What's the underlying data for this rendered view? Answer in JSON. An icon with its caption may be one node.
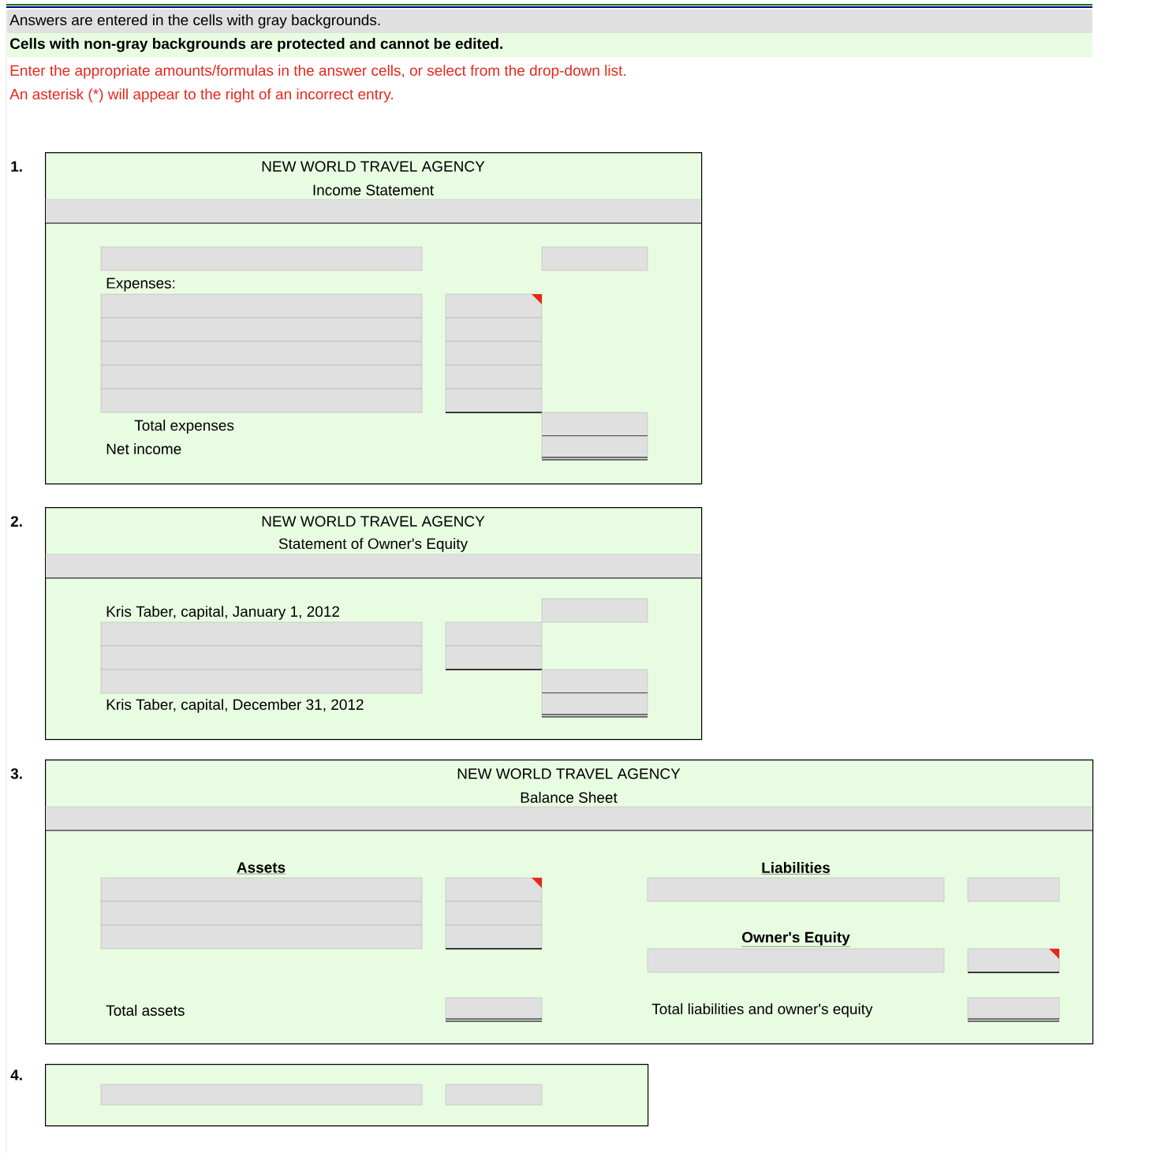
{
  "diagram": {
    "nodes": [
      {
        "text": [
          "NEW WORLD TRAVEL AGENCY",
          "Income Statement",
          "Expenses:",
          "Total expenses",
          "Net income"
        ]
      },
      {
        "text": [
          "NEW WORLD TRAVEL AGENCY",
          "Statement of Owner's Equity",
          "Kris Taber, capital, January 1, 2012",
          "Kris Taber, capital, December 31, 2012"
        ]
      },
      {
        "text": [
          "NEW WORLD TRAVEL AGENCY",
          "Balance Sheet",
          "Assets",
          "Liabilities",
          "Owner's Equity",
          "Total assets",
          "Total liabilities and owner's equity"
        ]
      },
      {
        "text": [],
        "shape": "box"
      }
    ],
    "labels": [
      "Answers are entered in the cells with gray backgrounds.",
      "Cells with non-gray backgrounds are protected and cannot be edited.",
      "Enter the appropriate amounts/formulas in the answer cells, or select from the drop-down list.",
      "An asterisk (*) will appear to the right of an incorrect entry.",
      "1.",
      "2.",
      "3.",
      "4."
    ]
  }
}
